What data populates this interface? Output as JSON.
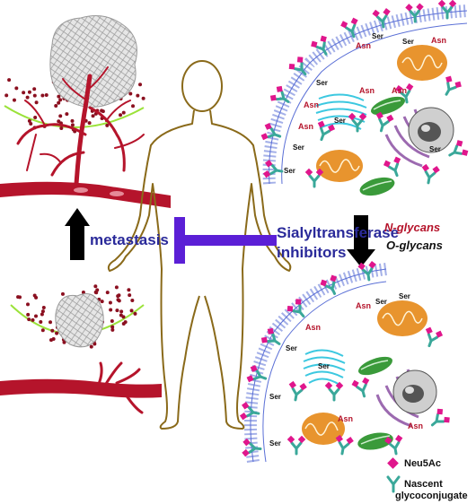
{
  "labels": {
    "metastasis": "metastasis",
    "inhibitors_line1": "Sialyltransferase",
    "inhibitors_line2": "inhibitors",
    "n_glycans": "N-glycans",
    "o_glycans": "O-glycans",
    "ser": "Ser",
    "asn": "Asn",
    "legend_neu5ac": "Neu5Ac",
    "legend_nascent_line1": "Nascent",
    "legend_nascent_line2": "glycoconjugate"
  },
  "colors": {
    "vessel_red": "#b5142b",
    "dot_red": "#8b1020",
    "membrane_blue": "#5a6fd6",
    "inhibitor_purple": "#5b1fd6",
    "body_outline": "#8a6a1a",
    "arrow_black": "#000000",
    "neu5ac_magenta": "#e0168c",
    "glycoconjugate_teal": "#3aa89a",
    "mito_orange": "#e8942e",
    "er_cyan": "#3cc8e0",
    "golgi_purple": "#9c6ab0",
    "chloro_green": "#3a9a3a",
    "tissue_green": "#9be23a"
  }
}
